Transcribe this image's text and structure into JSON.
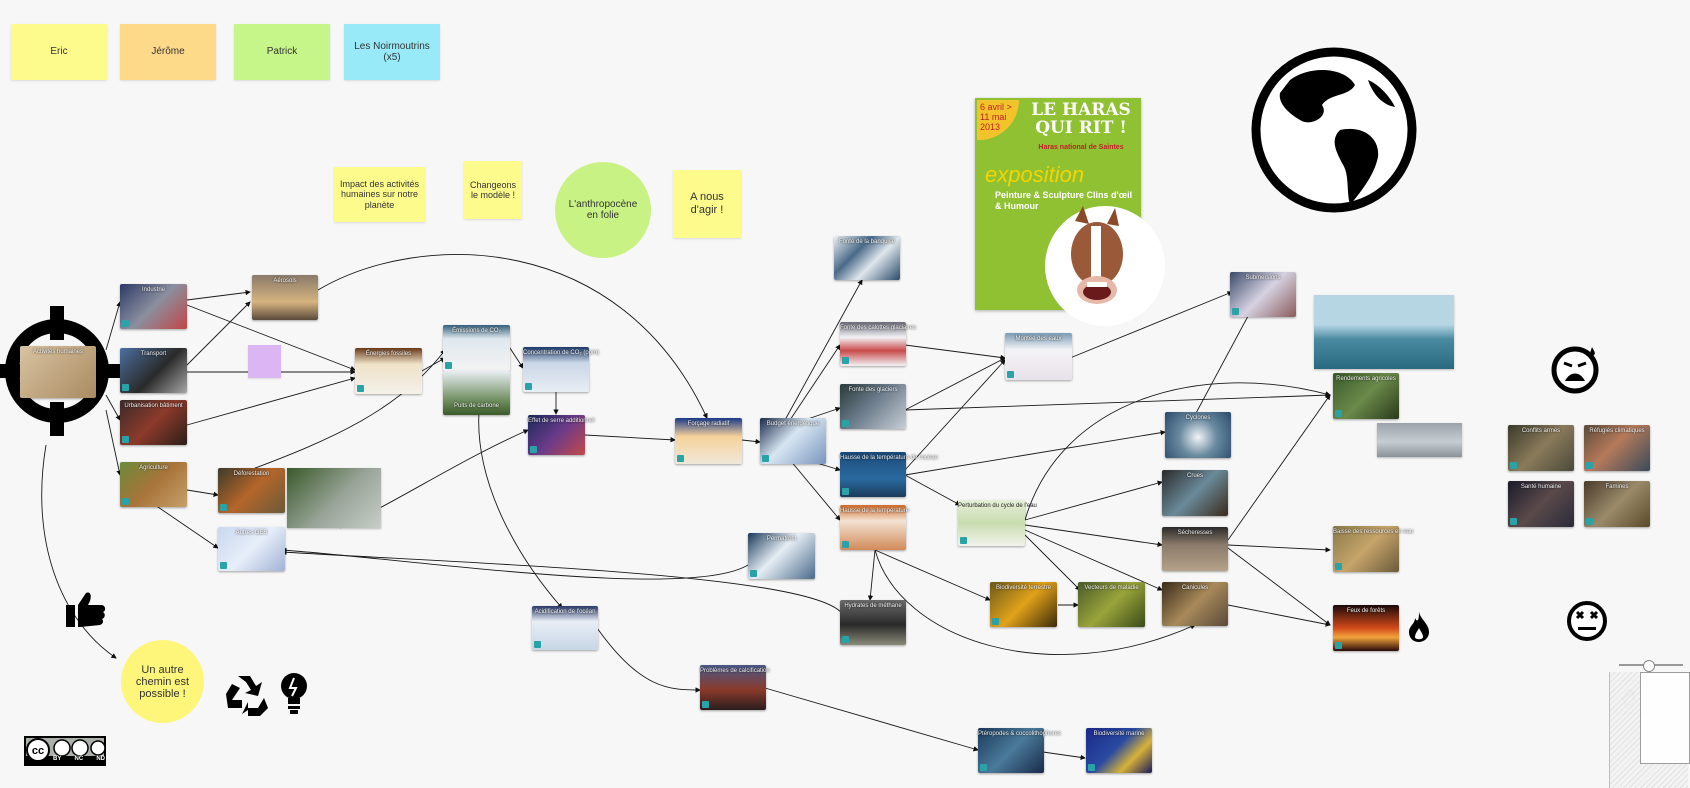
{
  "stickies": {
    "eric": "Eric",
    "jerome": "Jérôme",
    "patrick": "Patrick",
    "noirmoutrins": "Les Noirmoutrins (x5)",
    "impact": "Impact des activités humaines sur notre planète",
    "changeons": "Changeons le modèle !",
    "agir": "A nous d'agir !"
  },
  "circles": {
    "anthropocene": "L'anthropocène en folie",
    "autre_chemin": "Un autre chemin est possible !"
  },
  "cards": {
    "activites": "Activités humaines",
    "industrie": "Industrie",
    "transport": "Transport",
    "urbanisation": "Urbanisation bâtiment",
    "agriculture": "Agriculture",
    "deforestation": "Déforestation",
    "autres_ges": "Autres GES",
    "aerosols": "Aérosols",
    "energies_fossiles": "Énergies fossiles",
    "emissions_co2": "Émissions de CO₂",
    "puits_carbone": "Puits de carbone",
    "concentration_co2": "Concentration de CO₂ (ppm)",
    "effet_serre": "Effet de serre additionnel",
    "forcage_radiatif": "Forçage radiatif",
    "budget_energetique": "Budget énergétique",
    "fonte_banquise": "Fonte de la banquise",
    "fonte_calottes": "Fonte des calottes glaciaires",
    "fonte_glaciers": "Fonte des glaciers",
    "temp_ocean": "Hausse de la température de l'océan",
    "temp_air": "Hausse de la température",
    "hydrates": "Hydrates de méthane",
    "permafrost": "Permafrost",
    "acidification": "Acidification de l'océan",
    "problemes_calcification": "Problèmes de calcification",
    "pteropodes": "Ptéropodes & coccolithophores",
    "biodiv_marine": "Biodiversité marine",
    "montee_eaux": "Montée des eaux",
    "perturbation_cycle_eau": "Perturbation du cycle de l'eau",
    "biodiv_terrestre": "Biodiversité terrestre",
    "vecteurs_maladie": "Vecteurs de maladie",
    "submersions": "Submersions",
    "cyclones": "Cyclones",
    "crues": "Crues",
    "secheresses": "Sécheresses",
    "canicules": "Canicules",
    "rendements_agricoles": "Rendements agricoles",
    "baisse_ressources_eau": "Baisse des ressources en eau",
    "feux_forets": "Feux de forêts",
    "conflits_armes": "Conflits armés",
    "refugies": "Réfugiés climatiques",
    "sante_humaine": "Santé humaine",
    "famines": "Famines"
  },
  "poster": {
    "dates": "6 avril > 11 mai 2013",
    "title": "LE HARAS QUI RIT !",
    "subtitle": "Haras national de Saintes",
    "expo": "exposition",
    "tagline": "Peinture & Sculpture Clins d'œil & Humour"
  },
  "license": {
    "labels": [
      "BY",
      "NC",
      "ND"
    ]
  },
  "icons": {
    "target": "crosshair-icon",
    "globe": "globe-icon",
    "thumb": "thumbs-up-icon",
    "recycle": "recycle-icon",
    "bulb": "lightbulb-icon",
    "fire": "fire-icon",
    "sad": "crying-face-icon",
    "dead": "dizzy-face-icon",
    "hand": "hand-pan-icon"
  }
}
